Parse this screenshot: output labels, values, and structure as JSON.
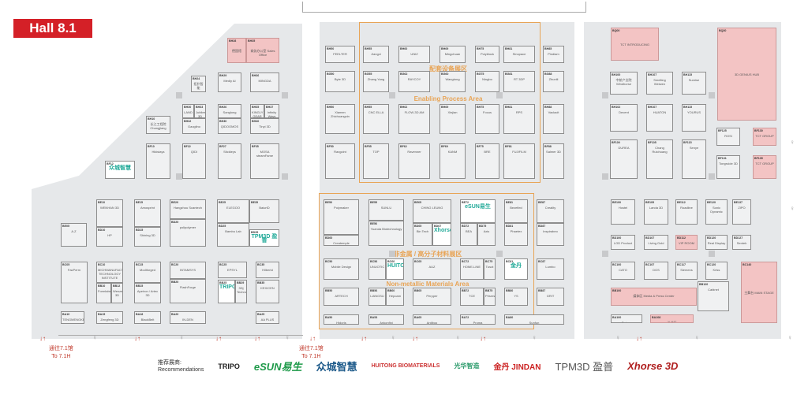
{
  "hall_title": "Hall 8.1",
  "areas": {
    "enabling_cn": "配套设备展区",
    "enabling_en": "Enabling Process Area",
    "nonmetal_cn": "非金属 / 高分子材料展区",
    "nonmetal_en": "Non-metallic Materials Area"
  },
  "exits": [
    {
      "cn": "通往7.1馆",
      "en": "To 7.1H"
    },
    {
      "cn": "通往7.1馆",
      "en": "To 7.1H"
    }
  ],
  "recommendations": {
    "label_cn": "推荐展商:",
    "label_en": "Recommendations",
    "brands": [
      "TRIPO",
      "eSUN易生",
      "众城智慧",
      "HUITONG BIOMATERIALS",
      "光华智造",
      "金丹 JINDAN",
      "TPM3D 盈普",
      "Xhorse 3D"
    ]
  },
  "colors": {
    "accent": "#d42027",
    "area": "#e8a456",
    "special": "#f3c4c4"
  },
  "booths": [
    {
      "code": "BH28",
      "name": "德国馆",
      "type": "pink"
    },
    {
      "code": "BH35",
      "name": "商务办公室 Sales Office",
      "type": "pink"
    },
    {
      "code": "BH24",
      "name": "拓扑智能",
      "type": ""
    },
    {
      "code": "BH29",
      "name": "Medly AI",
      "type": ""
    },
    {
      "code": "BH36",
      "name": "MINGDA",
      "type": ""
    },
    {
      "code": "BH30",
      "name": "LAND",
      "type": ""
    },
    {
      "code": "BH33",
      "name": "Jubilee 3D",
      "type": ""
    },
    {
      "code": "BH32",
      "name": "Gaoglino",
      "type": ""
    },
    {
      "code": "BH26",
      "name": "Sanglong",
      "type": ""
    },
    {
      "code": "BH30",
      "name": "QIDOOMOS",
      "type": ""
    },
    {
      "code": "BH35",
      "name": "KINGLY GEAR",
      "type": ""
    },
    {
      "code": "BH37",
      "name": "Infinity Ways",
      "type": ""
    },
    {
      "code": "BH40",
      "name": "Tinyi 3D",
      "type": ""
    },
    {
      "code": "BH10",
      "name": "长江工程院 Changjiang",
      "type": ""
    },
    {
      "code": "BF10",
      "name": "Hikistays",
      "type": ""
    },
    {
      "code": "BF22",
      "name": "QIDI",
      "type": ""
    },
    {
      "code": "BF27",
      "name": "Stickleys",
      "type": ""
    },
    {
      "code": "BF35",
      "name": "MOSA steamFame",
      "type": ""
    },
    {
      "code": "BF12",
      "name": "众城智慧",
      "type": "logo"
    },
    {
      "code": "BE10",
      "name": "WENHAN 3D",
      "type": ""
    },
    {
      "code": "BE15",
      "name": "Amosprint",
      "type": ""
    },
    {
      "code": "BE20",
      "name": "Hangzhou Scantech",
      "type": ""
    },
    {
      "code": "BE25",
      "name": "ELEGOO",
      "type": ""
    },
    {
      "code": "BE35",
      "name": "BaiurtD",
      "type": ""
    },
    {
      "code": "BD10",
      "name": "HP",
      "type": ""
    },
    {
      "code": "BD15",
      "name": "Shining 3D",
      "type": ""
    },
    {
      "code": "BD20",
      "name": "polipolymer",
      "type": ""
    },
    {
      "code": "BD25",
      "name": "Bambu Lab",
      "type": ""
    },
    {
      "code": "BD35",
      "name": "TPM3D 盈普",
      "type": "logo"
    },
    {
      "code": "BE05",
      "name": "A.Z",
      "type": ""
    },
    {
      "code": "BC05",
      "name": "FacPerm",
      "type": ""
    },
    {
      "code": "BC10",
      "name": "MICHMANUFACTURING TECHNOLOGY INSTITUTE",
      "type": ""
    },
    {
      "code": "BB10",
      "name": "Formlabs",
      "type": ""
    },
    {
      "code": "BB12",
      "name": "Wenzel 3D",
      "type": ""
    },
    {
      "code": "BC15",
      "name": "Modiforged",
      "type": ""
    },
    {
      "code": "BB15",
      "name": "Apeiron / Artec 3D",
      "type": ""
    },
    {
      "code": "BC20",
      "name": "INTAMSYS",
      "type": ""
    },
    {
      "code": "BB20",
      "name": "FlashForge",
      "type": ""
    },
    {
      "code": "BC25",
      "name": "EPSYL",
      "type": ""
    },
    {
      "code": "BB25",
      "name": "TRIPO",
      "type": "logo"
    },
    {
      "code": "BB29",
      "name": "3Dj Technology",
      "type": ""
    },
    {
      "code": "BC35",
      "name": "Hilbertd",
      "type": ""
    },
    {
      "code": "BB35",
      "name": "KEXICEN",
      "type": ""
    },
    {
      "code": "BA10",
      "name": "TENGMENGKENG",
      "type": ""
    },
    {
      "code": "BA15",
      "name": "Zengfeng 3D",
      "type": ""
    },
    {
      "code": "BA18",
      "name": "BlackBelt",
      "type": ""
    },
    {
      "code": "BA20",
      "name": "IN-DEN",
      "type": ""
    },
    {
      "code": "BA25",
      "name": "AA PLUS",
      "type": ""
    },
    {
      "code": "BH50",
      "name": "FEELTER",
      "type": ""
    },
    {
      "code": "BH55",
      "name": "Jiangxi",
      "type": ""
    },
    {
      "code": "BH60",
      "name": "UNIZ",
      "type": ""
    },
    {
      "code": "BH69",
      "name": "Mingchuan",
      "type": ""
    },
    {
      "code": "BH75",
      "name": "Polyblock",
      "type": ""
    },
    {
      "code": "BH81",
      "name": "Sinopace",
      "type": ""
    },
    {
      "code": "BH85",
      "name": "Pindiam",
      "type": ""
    },
    {
      "code": "BG50",
      "name": "Byte 3D",
      "type": ""
    },
    {
      "code": "BG55",
      "name": "Zhang Yang",
      "type": ""
    },
    {
      "code": "BG62",
      "name": "RAYCOY",
      "type": ""
    },
    {
      "code": "BG60",
      "name": "Wangtong",
      "type": ""
    },
    {
      "code": "BG75",
      "name": "Ningbo",
      "type": ""
    },
    {
      "code": "BG81",
      "name": "RT 3DP",
      "type": ""
    },
    {
      "code": "BG88",
      "name": "Zhunili",
      "type": ""
    },
    {
      "code": "BH50",
      "name": "Xiamen Zhichuangxin",
      "type": ""
    },
    {
      "code": "BH55",
      "name": "CNC ELLA",
      "type": ""
    },
    {
      "code": "BH62",
      "name": "FLOW-3D AM",
      "type": ""
    },
    {
      "code": "BH69",
      "name": "Xinjian",
      "type": ""
    },
    {
      "code": "BH75",
      "name": "Focus",
      "type": ""
    },
    {
      "code": "BH81",
      "name": "RPS",
      "type": ""
    },
    {
      "code": "BH88",
      "name": "Vaclacit",
      "type": ""
    },
    {
      "code": "BF50",
      "name": "Ravgoint",
      "type": ""
    },
    {
      "code": "BF55",
      "name": "TOP",
      "type": ""
    },
    {
      "code": "BF62",
      "name": "Ravenner",
      "type": ""
    },
    {
      "code": "BF69",
      "name": "KANM",
      "type": ""
    },
    {
      "code": "BF75",
      "name": "BRE",
      "type": ""
    },
    {
      "code": "BF81",
      "name": "FUJIFILM",
      "type": ""
    },
    {
      "code": "BF88",
      "name": "Salmer 3D",
      "type": ""
    },
    {
      "code": "BE50",
      "name": "Polymaker",
      "type": ""
    },
    {
      "code": "BD60",
      "name": "Createmple Technology",
      "type": ""
    },
    {
      "code": "BE55",
      "name": "SUNLU",
      "type": ""
    },
    {
      "code": "BE56",
      "name": "Yuanda Biotechnology",
      "type": ""
    },
    {
      "code": "BE65",
      "name": "CHING LEUNG",
      "type": ""
    },
    {
      "code": "BD65",
      "name": "Bin Tech",
      "type": ""
    },
    {
      "code": "BD67",
      "name": "Xhorse",
      "type": "logo"
    },
    {
      "code": "BE72",
      "name": "eSUN易生",
      "type": "logo"
    },
    {
      "code": "BD72",
      "name": "BEA",
      "type": ""
    },
    {
      "code": "BD75",
      "name": "Axis",
      "type": ""
    },
    {
      "code": "BE81",
      "name": "Bezefied",
      "type": ""
    },
    {
      "code": "BD81",
      "name": "Phaetex",
      "type": ""
    },
    {
      "code": "BE87",
      "name": "Creality",
      "type": ""
    },
    {
      "code": "BD87",
      "name": "Inspirabeo",
      "type": ""
    },
    {
      "code": "BC50",
      "name": "Mobile Design",
      "type": ""
    },
    {
      "code": "BC56",
      "name": "UNUOTIC",
      "type": ""
    },
    {
      "code": "BC60",
      "name": "HUITONG",
      "type": "logo"
    },
    {
      "code": "BC65",
      "name": "AUZ",
      "type": ""
    },
    {
      "code": "BC72",
      "name": "HOME-LINE",
      "type": ""
    },
    {
      "code": "BC75",
      "name": "Tusot",
      "type": ""
    },
    {
      "code": "BC81",
      "name": "金丹",
      "type": "logo"
    },
    {
      "code": "BC87",
      "name": "Lumbo",
      "type": ""
    },
    {
      "code": "BB50",
      "name": "ARTECH",
      "type": ""
    },
    {
      "code": "BB56",
      "name": "LIANGSU",
      "type": ""
    },
    {
      "code": "BB60",
      "name": "Hepoam",
      "type": ""
    },
    {
      "code": "BB65",
      "name": "Perpper",
      "type": ""
    },
    {
      "code": "BB72",
      "name": "TCE",
      "type": ""
    },
    {
      "code": "BB75",
      "name": "Prismsan",
      "type": ""
    },
    {
      "code": "BB80",
      "name": "YS",
      "type": ""
    },
    {
      "code": "BB87",
      "name": "GRIT",
      "type": ""
    },
    {
      "code": "BA50",
      "name": "Hidoris",
      "type": ""
    },
    {
      "code": "BA53",
      "name": "Ankonfini",
      "type": ""
    },
    {
      "code": "BA65",
      "name": "Antiboo",
      "type": ""
    },
    {
      "code": "BA72",
      "name": "Proma",
      "type": ""
    },
    {
      "code": "BA80",
      "name": "Sunfun",
      "type": ""
    },
    {
      "code": "BQ00",
      "name": "TCT INTRODUCING",
      "type": "pink"
    },
    {
      "code": "BQ30",
      "name": "3D GENIUS HUB",
      "type": "pink"
    },
    {
      "code": "BH100",
      "name": "中航产业院 Windhorse",
      "type": ""
    },
    {
      "code": "BH107",
      "name": "Smelting Weiwen",
      "type": ""
    },
    {
      "code": "BH115",
      "name": "Sunrise",
      "type": ""
    },
    {
      "code": "BH102",
      "name": "Decent",
      "type": ""
    },
    {
      "code": "BH107",
      "name": "HUATON",
      "type": ""
    },
    {
      "code": "BH115",
      "name": "YOURUS",
      "type": ""
    },
    {
      "code": "BF100",
      "name": "DUREA",
      "type": ""
    },
    {
      "code": "BF105",
      "name": "Chang Ruichuang",
      "type": ""
    },
    {
      "code": "BF115",
      "name": "Senye",
      "type": ""
    },
    {
      "code": "BF125",
      "name": "ROSI",
      "type": ""
    },
    {
      "code": "BF130",
      "name": "TCT GROUP",
      "type": "pink"
    },
    {
      "code": "BF131",
      "name": "Tongruide 3D",
      "type": ""
    },
    {
      "code": "BF135",
      "name": "TCT GROUP",
      "type": "pink"
    },
    {
      "code": "BE100",
      "name": "Hostel",
      "type": ""
    },
    {
      "code": "BE105",
      "name": "Landa 3D",
      "type": ""
    },
    {
      "code": "BE112",
      "name": "Roadline",
      "type": ""
    },
    {
      "code": "BE120",
      "name": "Sonic Dynamic",
      "type": ""
    },
    {
      "code": "BE137",
      "name": "ZIPO",
      "type": ""
    },
    {
      "code": "BD100",
      "name": "LGD Product",
      "type": ""
    },
    {
      "code": "BD107",
      "name": "Living Gold",
      "type": ""
    },
    {
      "code": "BD112",
      "name": "VIP ROOM",
      "type": "pink"
    },
    {
      "code": "BD120",
      "name": "Real Display",
      "type": ""
    },
    {
      "code": "BD127",
      "name": "Sentek",
      "type": ""
    },
    {
      "code": "BC100",
      "name": "CATO",
      "type": ""
    },
    {
      "code": "BC107",
      "name": "DGS",
      "type": ""
    },
    {
      "code": "BC117",
      "name": "Siemens",
      "type": ""
    },
    {
      "code": "BC120",
      "name": "Kriss",
      "type": ""
    },
    {
      "code": "BB100",
      "name": "媒体区 Media & Press Center",
      "type": "pink"
    },
    {
      "code": "BB120",
      "name": "Cabinet",
      "type": ""
    },
    {
      "code": "BC140",
      "name": "主舞台 MAIN STAGE",
      "type": "pink"
    },
    {
      "code": "BA100",
      "name": "Raiven",
      "type": ""
    },
    {
      "code": "BA108",
      "name": "洽谈区",
      "type": "pink"
    }
  ]
}
